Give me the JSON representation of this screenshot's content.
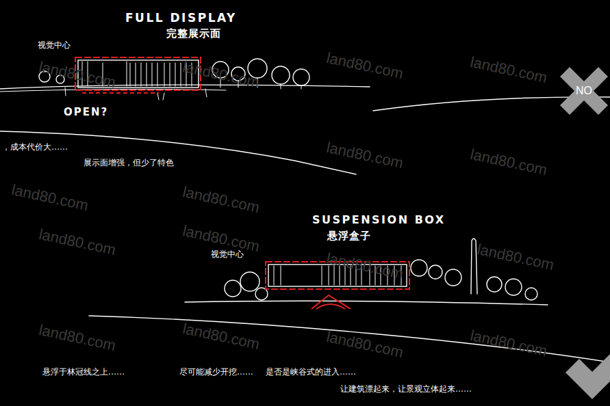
{
  "diagram": {
    "nodes": [
      {
        "text": [
          "NO"
        ]
      }
    ],
    "labels": [
      "FULL DISPLAY",
      "完整展示面",
      "视觉中心",
      "OPEN?",
      "，成本代价大……",
      "展示面增强，但少了特色",
      "SUSPENSION BOX",
      "悬浮盒子",
      "视觉中心",
      "悬浮于林冠线之上……",
      "尽可能减少开挖……",
      "是否是峡谷式的进入……",
      "让建筑漂起来，让景观立体起来……",
      "land80.com",
      "land80.com",
      "land80.com",
      "land80.com",
      "land80.com",
      "land80.com",
      "land80.com",
      "land80.com",
      "land80.com",
      "land80.com",
      "land80.com",
      "land80.com",
      "land80.com",
      "land80.com",
      "land80.com",
      "land80.com"
    ]
  }
}
